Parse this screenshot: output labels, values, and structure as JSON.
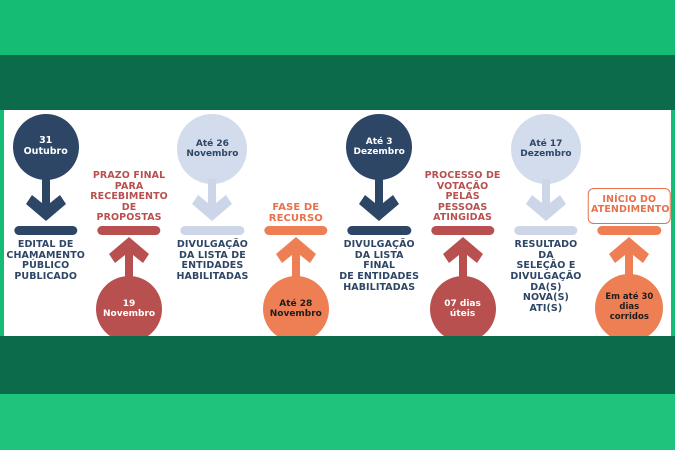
{
  "theme": {
    "band_bright_green": "#14bd73",
    "band_dark_green": "#0b6b4b",
    "panel_background": "#ffffff",
    "navy": "#2e4666",
    "red": "#b8504f",
    "light_blue": "#d3dcec",
    "orange": "#e8714a",
    "navy_text": "#2e4666",
    "red_text": "#b8504f",
    "orange_text": "#e8714a",
    "dark_text": "#1d1d1d",
    "white_text": "#ffffff"
  },
  "timeline": {
    "steps": [
      {
        "position": "top",
        "color_key": "navy",
        "bubble_color": "#2e4666",
        "bubble_text_color": "#ffffff",
        "bubble_lines": [
          "31",
          "Outubro"
        ],
        "bubble_width": 66,
        "bubble_height": 66,
        "bubble_font_size": 9.5,
        "accent_color": "#2e4666",
        "label_color": "#2e4666",
        "label_lines": [
          "EDITAL DE",
          "CHAMAMENTO",
          "PÚBLICO",
          "PUBLICADO"
        ],
        "label_font_size": 9.5,
        "boxed": false
      },
      {
        "position": "bottom",
        "color_key": "red",
        "bubble_color": "#b8504f",
        "bubble_text_color": "#ffffff",
        "bubble_lines": [
          "19",
          "Novembro"
        ],
        "bubble_width": 66,
        "bubble_height": 66,
        "bubble_font_size": 9,
        "accent_color": "#b8504f",
        "label_color": "#b8504f",
        "label_lines": [
          "PRAZO FINAL",
          "PARA",
          "RECEBIMENTO DE",
          "PROPOSTAS"
        ],
        "label_font_size": 9.5,
        "boxed": false
      },
      {
        "position": "top",
        "color_key": "light_blue",
        "bubble_color": "#d3dcec",
        "bubble_text_color": "#2e4666",
        "bubble_lines": [
          "Até 26",
          "Novembro"
        ],
        "bubble_width": 70,
        "bubble_height": 70,
        "bubble_font_size": 9,
        "accent_color": "#ccd6e8",
        "label_color": "#2e4666",
        "label_lines": [
          "DIVULGAÇÃO",
          "DA LISTA DE",
          "ENTIDADES",
          "HABILITADAS"
        ],
        "label_font_size": 9.5,
        "boxed": false
      },
      {
        "position": "bottom",
        "color_key": "orange",
        "bubble_color": "#ee7f54",
        "bubble_text_color": "#1d1d1d",
        "bubble_lines": [
          "Até 28",
          "Novembro"
        ],
        "bubble_width": 66,
        "bubble_height": 66,
        "bubble_font_size": 9,
        "accent_color": "#ee7f54",
        "label_color": "#e8714a",
        "label_lines": [
          "FASE DE",
          "RECURSO"
        ],
        "label_font_size": 10,
        "boxed": false
      },
      {
        "position": "top",
        "color_key": "navy",
        "bubble_color": "#2e4666",
        "bubble_text_color": "#ffffff",
        "bubble_lines": [
          "Até 3",
          "Dezembro"
        ],
        "bubble_width": 66,
        "bubble_height": 66,
        "bubble_font_size": 9,
        "accent_color": "#2e4666",
        "label_color": "#2e4666",
        "label_lines": [
          "DIVULGAÇÃO",
          "DA LISTA FINAL",
          "DE ENTIDADES",
          "HABILITADAS"
        ],
        "label_font_size": 9.5,
        "boxed": false
      },
      {
        "position": "bottom",
        "color_key": "red",
        "bubble_color": "#b8504f",
        "bubble_text_color": "#ffffff",
        "bubble_lines": [
          "07 dias",
          "úteis"
        ],
        "bubble_width": 66,
        "bubble_height": 66,
        "bubble_font_size": 9,
        "accent_color": "#b8504f",
        "label_color": "#b8504f",
        "label_lines": [
          "PROCESSO DE",
          "VOTAÇÃO PELAS",
          "PESSOAS",
          "ATINGIDAS"
        ],
        "label_font_size": 9.5,
        "boxed": false
      },
      {
        "position": "top",
        "color_key": "light_blue",
        "bubble_color": "#d3dcec",
        "bubble_text_color": "#2e4666",
        "bubble_lines": [
          "Até 17",
          "Dezembro"
        ],
        "bubble_width": 70,
        "bubble_height": 70,
        "bubble_font_size": 9,
        "accent_color": "#ccd6e8",
        "label_color": "#2e4666",
        "label_lines": [
          "RESULTADO DA",
          "SELEÇÃO E",
          "DIVULGAÇÃO",
          "DA(S) NOVA(S)",
          "ATI(S)"
        ],
        "label_font_size": 9.5,
        "boxed": false
      },
      {
        "position": "bottom",
        "color_key": "orange",
        "bubble_color": "#ee7f54",
        "bubble_text_color": "#1d1d1d",
        "bubble_lines": [
          "Em até 30",
          "dias",
          "corridos"
        ],
        "bubble_width": 68,
        "bubble_height": 68,
        "bubble_font_size": 8.5,
        "accent_color": "#ee7f54",
        "label_color": "#e8714a",
        "label_lines": [
          "INÍCIO DO",
          "ATENDIMENTO"
        ],
        "label_font_size": 9.5,
        "boxed": true
      }
    ]
  }
}
